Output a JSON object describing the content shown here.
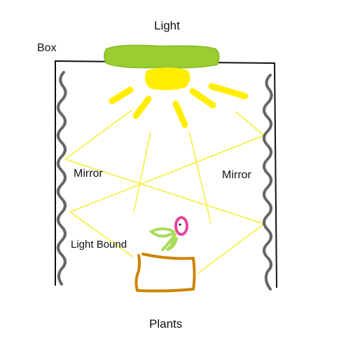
{
  "labels": {
    "light": "Light",
    "box": "Box",
    "mirror_left": "Mirror",
    "mirror_right": "Mirror",
    "light_bound": "Light Bound",
    "plants": "Plants"
  },
  "colors": {
    "lamp_housing": "#9ACD32",
    "bulb": "#FFEE00",
    "rays": "#FFEE00",
    "reflected_light": "#F5EE30",
    "box_outline": "#111111",
    "mirror": "#666666",
    "pot": "#CC8400",
    "leaves": "#A8DC5A",
    "flower": "#E8449A"
  }
}
